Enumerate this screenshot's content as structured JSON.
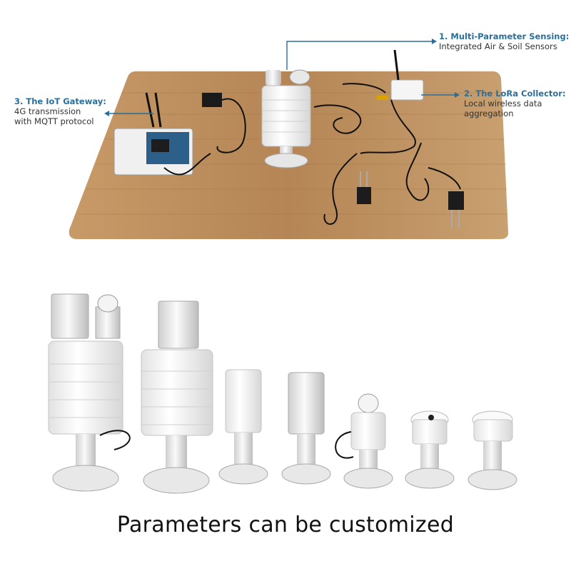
{
  "callouts": [
    {
      "title": "1. Multi-Parameter Sensing:",
      "desc_lines": [
        "Integrated Air & Soil Sensors"
      ]
    },
    {
      "title": "2. The LoRa Collector:",
      "desc_lines": [
        "Local wireless data",
        "aggregation"
      ]
    },
    {
      "title": "3. The IoT Gateway:",
      "desc_lines": [
        "4G transmission",
        "with MQTT protocol"
      ]
    }
  ],
  "caption": "Parameters can be customized",
  "colors": {
    "accent": "#2a6f9b",
    "table": "#b98a5a",
    "device": "#f2f2f2",
    "cable": "#1a1a1a"
  }
}
